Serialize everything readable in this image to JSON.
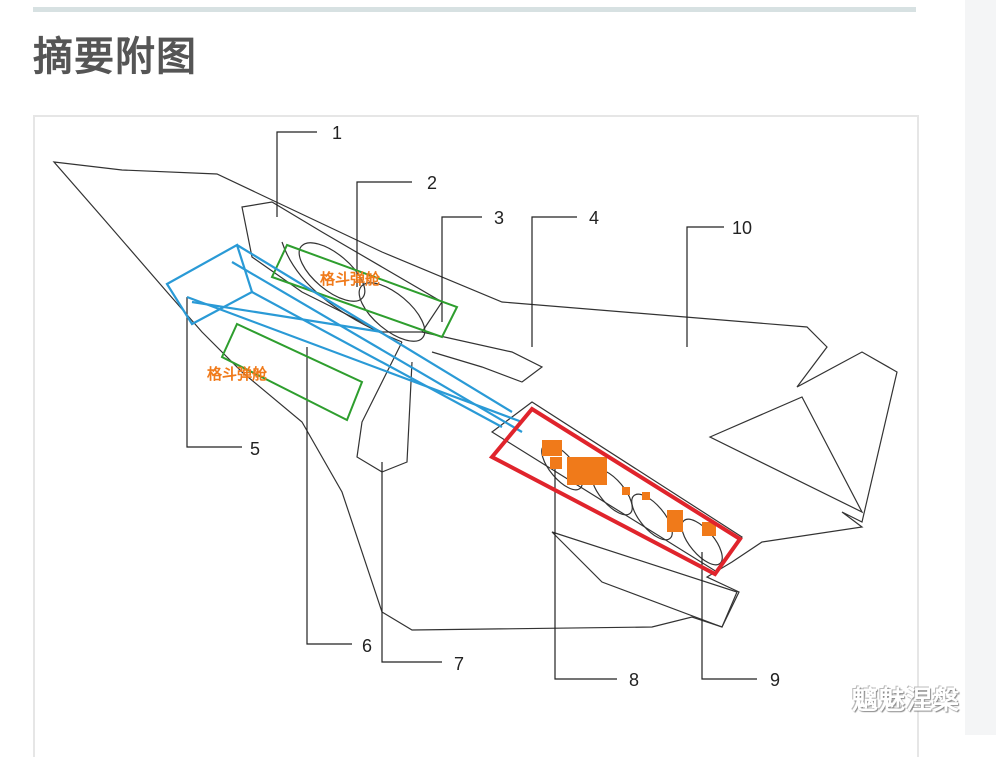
{
  "page": {
    "title": "摘要附图",
    "watermark": "魑魅涅槃"
  },
  "figure": {
    "callouts": [
      "1",
      "2",
      "3",
      "4",
      "5",
      "6",
      "7",
      "8",
      "9",
      "10"
    ],
    "annotations": {
      "bay_label_upper": "格斗弹舱",
      "bay_label_lower": "格斗弹舱"
    },
    "colors": {
      "outline": "#333333",
      "green_box": "#2e9e2e",
      "blue_lines": "#2a9ad6",
      "red_box": "#e0242c",
      "orange": "#f07a1a"
    }
  }
}
